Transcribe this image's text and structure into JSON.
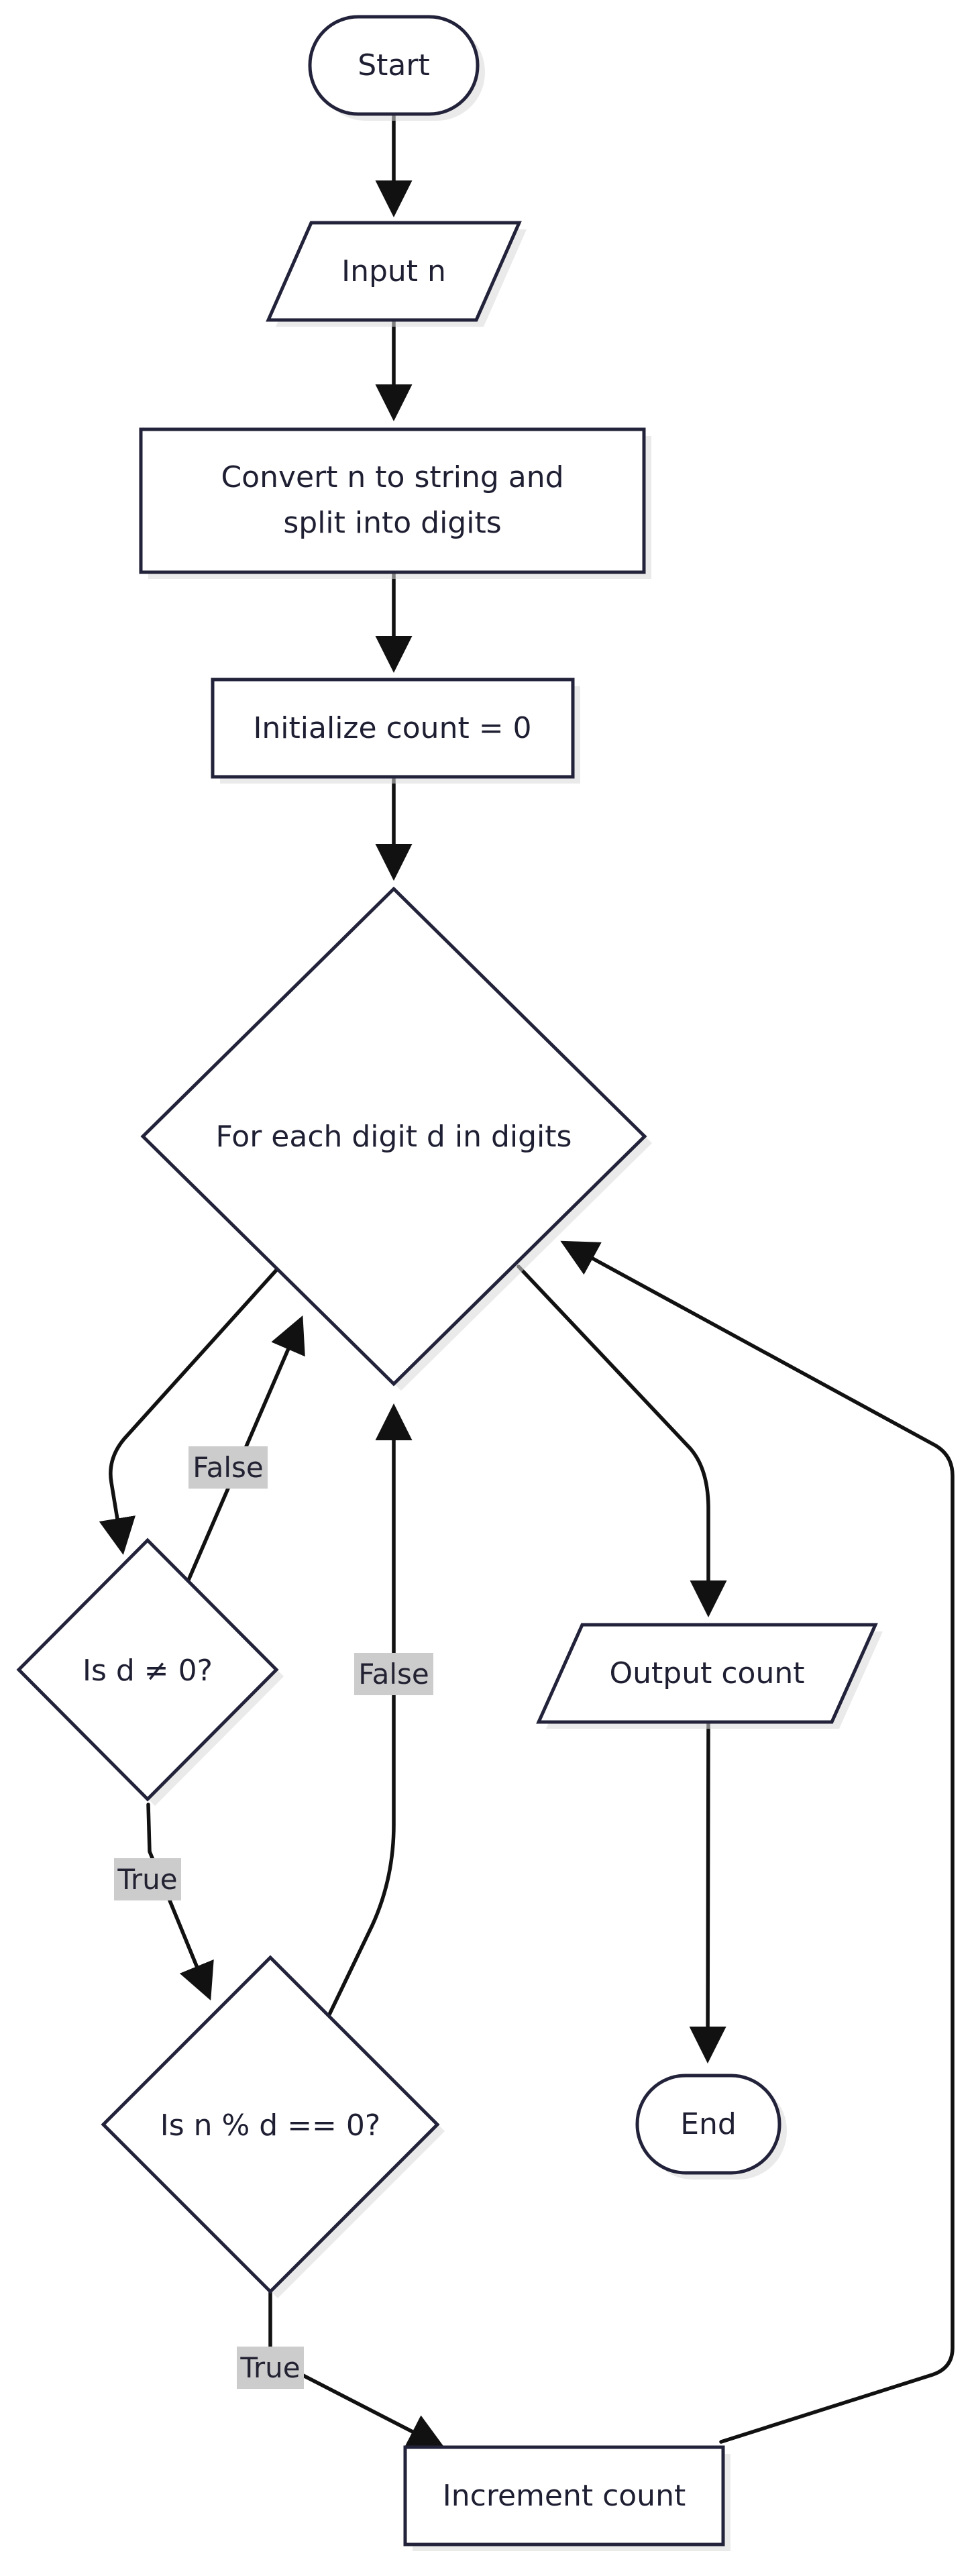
{
  "nodes": {
    "start": "Start",
    "input": "Input n",
    "convert_line1": "Convert n to string and",
    "convert_line2": "split into digits",
    "init": "Initialize count = 0",
    "loop": "For each digit d in digits",
    "check_nonzero": "Is d ≠ 0?",
    "check_divisible": "Is n % d == 0?",
    "increment": "Increment count",
    "output": "Output count",
    "end": "End"
  },
  "edge_labels": {
    "nonzero_false": "False",
    "divisible_false": "False",
    "nonzero_true": "True",
    "divisible_true": "True"
  }
}
